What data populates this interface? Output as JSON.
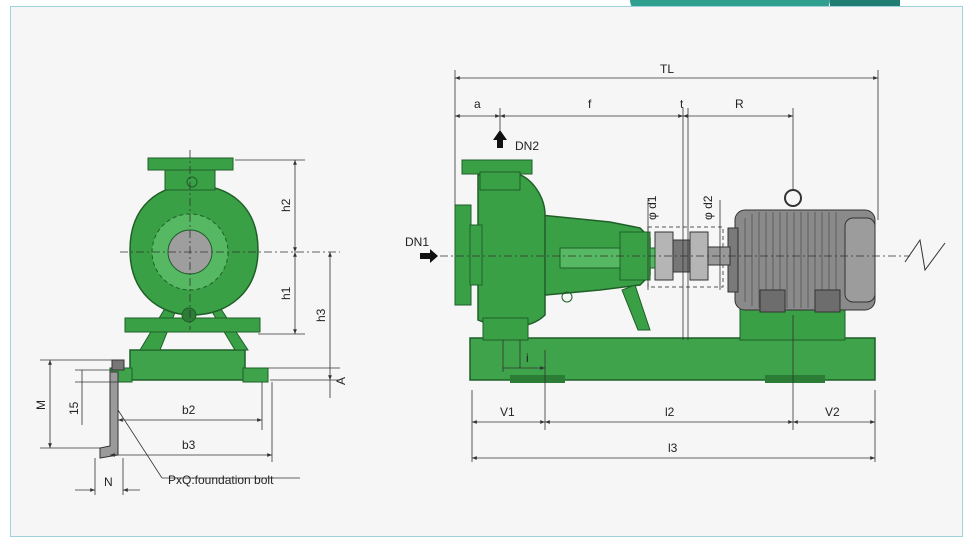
{
  "labels": {
    "TL": "TL",
    "a": "a",
    "f": "f",
    "t": "t",
    "R": "R",
    "DN2": "DN2",
    "DN1": "DN1",
    "d1": "φ d1",
    "d2": "φ d2",
    "h2": "h2",
    "h1": "h1",
    "h3": "h3",
    "A": "A",
    "M": "M",
    "15": "15",
    "b2": "b2",
    "b3": "b3",
    "N": "N",
    "bolt": "PxQ:foundation bolt",
    "i": "i",
    "V1": "V1",
    "l2": "l2",
    "V2": "V2",
    "l3": "l3"
  },
  "colors": {
    "pump_green": "#3aa046",
    "pump_dark": "#2b7d35",
    "motor_gray": "#8a8a8a",
    "base_green": "#3ea34a"
  }
}
